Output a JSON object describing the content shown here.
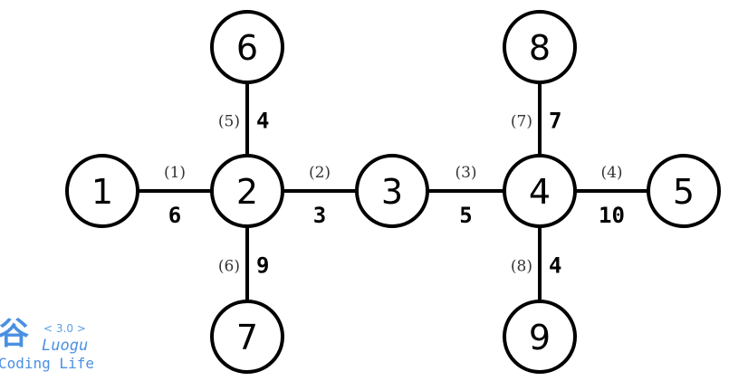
{
  "nodes": [
    {
      "id": "1",
      "label": "1"
    },
    {
      "id": "2",
      "label": "2"
    },
    {
      "id": "3",
      "label": "3"
    },
    {
      "id": "4",
      "label": "4"
    },
    {
      "id": "5",
      "label": "5"
    },
    {
      "id": "6",
      "label": "6"
    },
    {
      "id": "7",
      "label": "7"
    },
    {
      "id": "8",
      "label": "8"
    },
    {
      "id": "9",
      "label": "9"
    }
  ],
  "edges": [
    {
      "from": "1",
      "to": "2",
      "index": "(1)",
      "weight": "6"
    },
    {
      "from": "2",
      "to": "3",
      "index": "(2)",
      "weight": "3"
    },
    {
      "from": "3",
      "to": "4",
      "index": "(3)",
      "weight": "5"
    },
    {
      "from": "4",
      "to": "5",
      "index": "(4)",
      "weight": "10"
    },
    {
      "from": "2",
      "to": "6",
      "index": "(5)",
      "weight": "4"
    },
    {
      "from": "2",
      "to": "7",
      "index": "(6)",
      "weight": "9"
    },
    {
      "from": "4",
      "to": "8",
      "index": "(7)",
      "weight": "7"
    },
    {
      "from": "4",
      "to": "9",
      "index": "(8)",
      "weight": "4"
    }
  ],
  "watermark": {
    "logo_glyph": "谷",
    "version": "< 3.0 >",
    "brand": "Luogu",
    "tagline": "Coding Life"
  }
}
